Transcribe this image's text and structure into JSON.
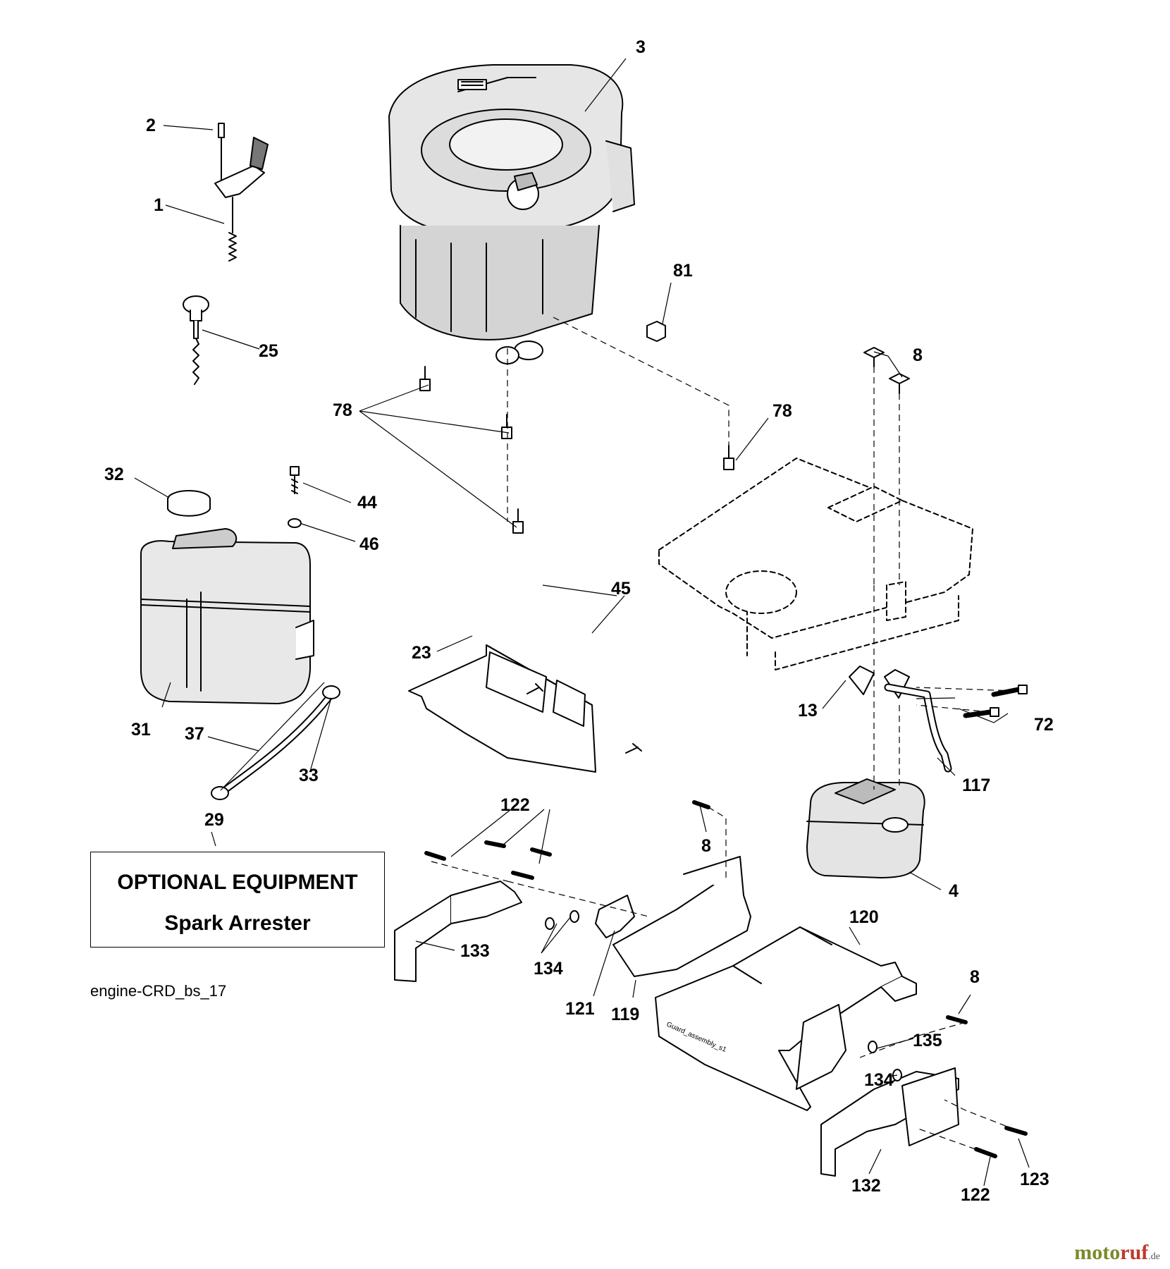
{
  "labels": {
    "l1": "1",
    "l2": "2",
    "l3": "3",
    "l4": "4",
    "l8a": "8",
    "l8b": "8",
    "l8c": "8",
    "l13": "13",
    "l23": "23",
    "l25": "25",
    "l29": "29",
    "l31": "31",
    "l32": "32",
    "l33": "33",
    "l37": "37",
    "l44": "44",
    "l45": "45",
    "l46": "46",
    "l72": "72",
    "l78a": "78",
    "l78b": "78",
    "l81": "81",
    "l117": "117",
    "l119": "119",
    "l120": "120",
    "l121": "121",
    "l122a": "122",
    "l122b": "122",
    "l123": "123",
    "l132": "132",
    "l133": "133",
    "l134a": "134",
    "l134b": "134",
    "l135": "135"
  },
  "optional_box": {
    "title": "OPTIONAL EQUIPMENT",
    "subtitle": "Spark Arrester"
  },
  "caption": "engine-CRD_bs_17",
  "watermark": {
    "part1": "moto",
    "part2": "ruf",
    "part3": ".de"
  },
  "part_text": "Guard_assembly_s1"
}
